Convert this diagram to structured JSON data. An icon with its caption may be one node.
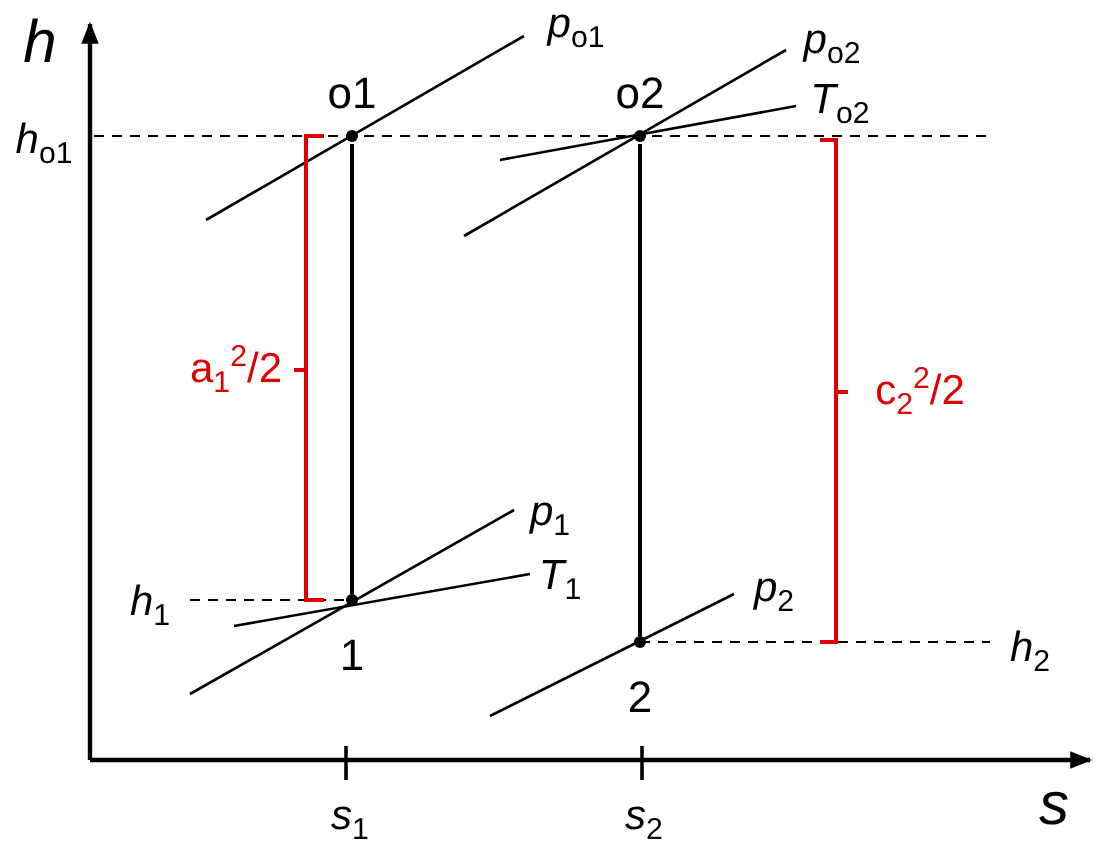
{
  "diagram": {
    "nodes": [
      {
        "text": [
          "o1"
        ]
      },
      {
        "text": [
          "1"
        ]
      },
      {
        "text": [
          "o2"
        ]
      },
      {
        "text": [
          "2"
        ]
      }
    ],
    "edges": [
      {
        "from": 0,
        "to": 1,
        "arrow": "none"
      },
      {
        "from": 2,
        "to": 3,
        "arrow": "none"
      }
    ],
    "labels": [
      "h",
      "*h*$_{o1}$",
      "*p*$_{o1}$",
      "*p*$_{o2}$",
      "*T*$_{o2}$",
      "a$_{1}$$^{2}$/2",
      "c$_{2}$$^{2}$/2",
      "*p*$_{1}$",
      "*T*$_{1}$",
      "*h*$_{1}$",
      "*p*$_{2}$",
      "*h*$_{2}$",
      "*s*$_{1}$",
      "*s*$_{2}$",
      "s"
    ]
  }
}
